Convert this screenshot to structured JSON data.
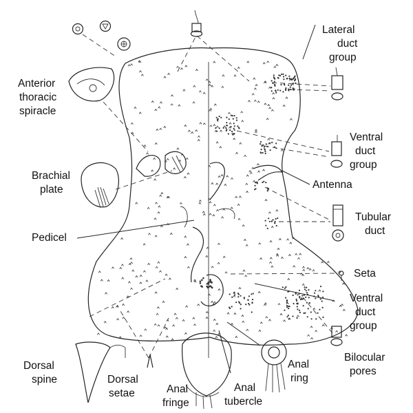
{
  "labels": {
    "lateral_duct_group": [
      "Lateral",
      "duct",
      "group"
    ],
    "anterior_thoracic_spiracle": [
      "Anterior",
      "thoracic",
      "spiracle"
    ],
    "ventral_duct_group_top": [
      "Ventral",
      "duct",
      "group"
    ],
    "brachial_plate": [
      "Brachial",
      "plate"
    ],
    "antenna": [
      "Antenna"
    ],
    "tubular_duct": [
      "Tubular",
      "duct"
    ],
    "pedicel": [
      "Pedicel"
    ],
    "seta": [
      "Seta"
    ],
    "ventral_duct_group_bottom": [
      "Ventral",
      "duct",
      "group"
    ],
    "dorsal_spine": [
      "Dorsal",
      "spine"
    ],
    "dorsal_setae": [
      "Dorsal",
      "setae"
    ],
    "anal_fringe": [
      "Anal",
      "fringe"
    ],
    "anal_tubercle": [
      "Anal",
      "tubercle"
    ],
    "anal_ring": [
      "Anal",
      "ring"
    ],
    "bilocular_pores": [
      "Bilocular",
      "pores"
    ]
  },
  "colors": {
    "ink": "#222222",
    "background": "#ffffff"
  }
}
